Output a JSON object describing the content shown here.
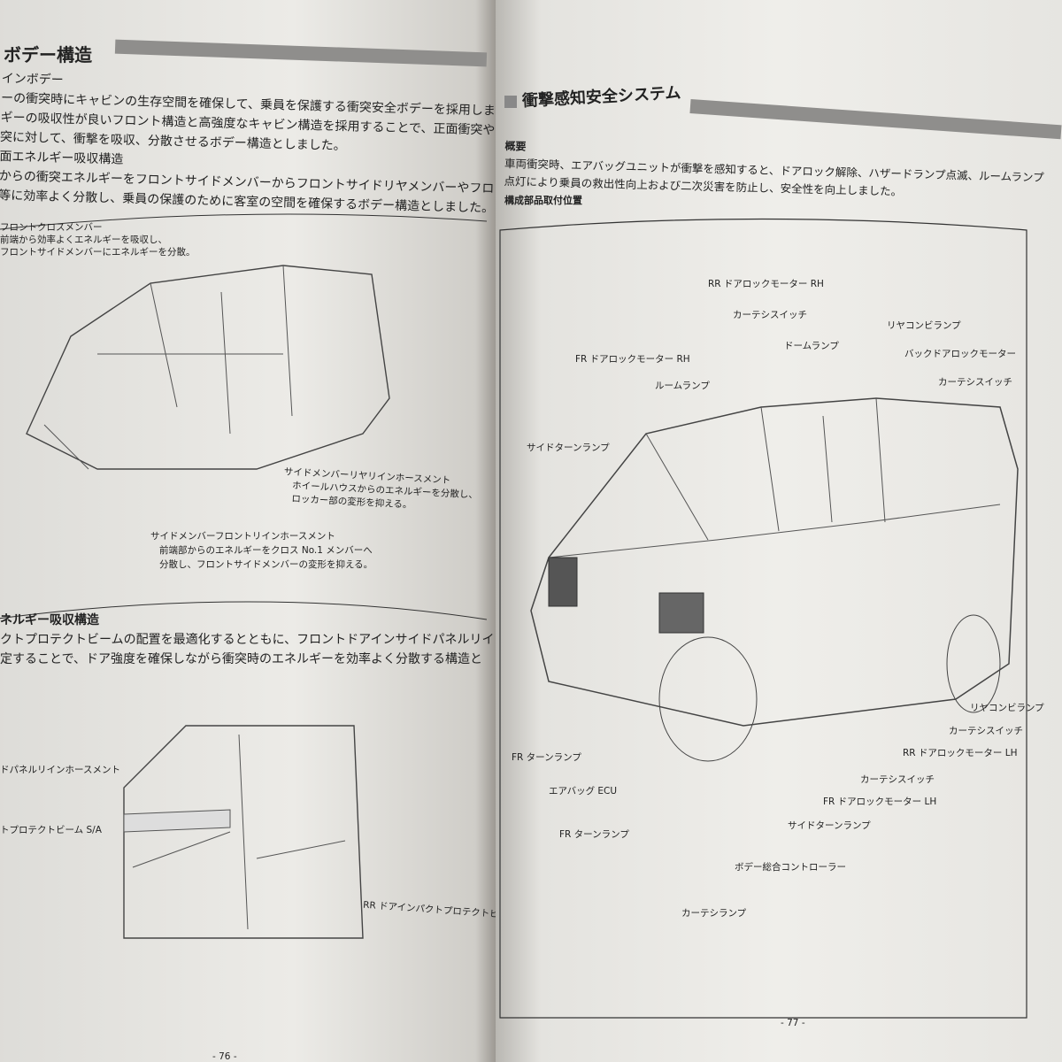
{
  "left_page": {
    "title": "ボデー構造",
    "section1_heading": "インボデー",
    "section1_lines": [
      "ーの衝突時にキャビンの生存空間を確保して、乗員を保護する衝突安全ボデーを採用しました",
      "ギーの吸収性が良いフロント構造と高強度なキャビン構造を採用することで、正面衝突やオフセ",
      "突に対して、衝撃を吸収、分散させるボデー構造としました。"
    ],
    "section2_heading": "面エネルギー吸収構造",
    "section2_lines": [
      "からの衝突エネルギーをフロントサイドメンバーからフロントサイドリヤメンバーやフロント",
      "等に効率よく分散し、乗員の保護のために客室の空間を確保するボデー構造としました。"
    ],
    "callouts": {
      "front_cross": [
        "フロントクロスメンバー",
        "前端から効率よくエネルギーを吸収し、",
        "フロントサイドメンバーにエネルギーを分散。"
      ],
      "rear_reinf": [
        "サイドメンバーリヤリインホースメント",
        "ホイールハウスからのエネルギーを分散し、",
        "ロッカー部の変形を抑える。"
      ],
      "front_reinf": [
        "サイドメンバーフロントリインホースメント",
        "前端部からのエネルギーをクロス No.1 メンバーへ",
        "分散し、フロントサイドメンバーの変形を抑える。"
      ]
    },
    "section3_heading": "ネルギー吸収構造",
    "section3_lines": [
      "クトプロテクトビームの配置を最適化するとともに、フロントドアインサイドパネルリイ",
      "定することで、ドア強度を確保しながら衝突時のエネルギーを効率よく分散する構造と"
    ],
    "door_labels": [
      "ドパネルリインホースメント",
      "トプロテクトビーム S/A",
      "RR ドアインパクトプロテクトビ"
    ],
    "page_number": "- 76 -"
  },
  "right_page": {
    "title": "衝撃感知安全システム",
    "overview_heading": "概要",
    "overview_lines": [
      "車両衝突時、エアバッグユニットが衝撃を感知すると、ドアロック解除、ハザードランプ点滅、ルームランプ",
      "点灯により乗員の救出性向上および二次災害を防止し、安全性を向上しました。"
    ],
    "layout_heading": "構成部品取付位置",
    "labels": [
      "RR ドアロックモーター RH",
      "カーテシスイッチ",
      "ドームランプ",
      "リヤコンビランプ",
      "バックドアロックモーター",
      "カーテシスイッチ",
      "FR ドアロックモーター RH",
      "ルームランプ",
      "サイドターンランプ",
      "リヤコンビランプ",
      "カーテシスイッチ",
      "RR ドアロックモーター LH",
      "カーテシスイッチ",
      "FR ドアロックモーター LH",
      "FR ターンランプ",
      "エアバッグ ECU",
      "サイドターンランプ",
      "FR ターンランプ",
      "ボデー総合コントローラー",
      "カーテシランプ"
    ],
    "page_number": "- 77 -"
  }
}
